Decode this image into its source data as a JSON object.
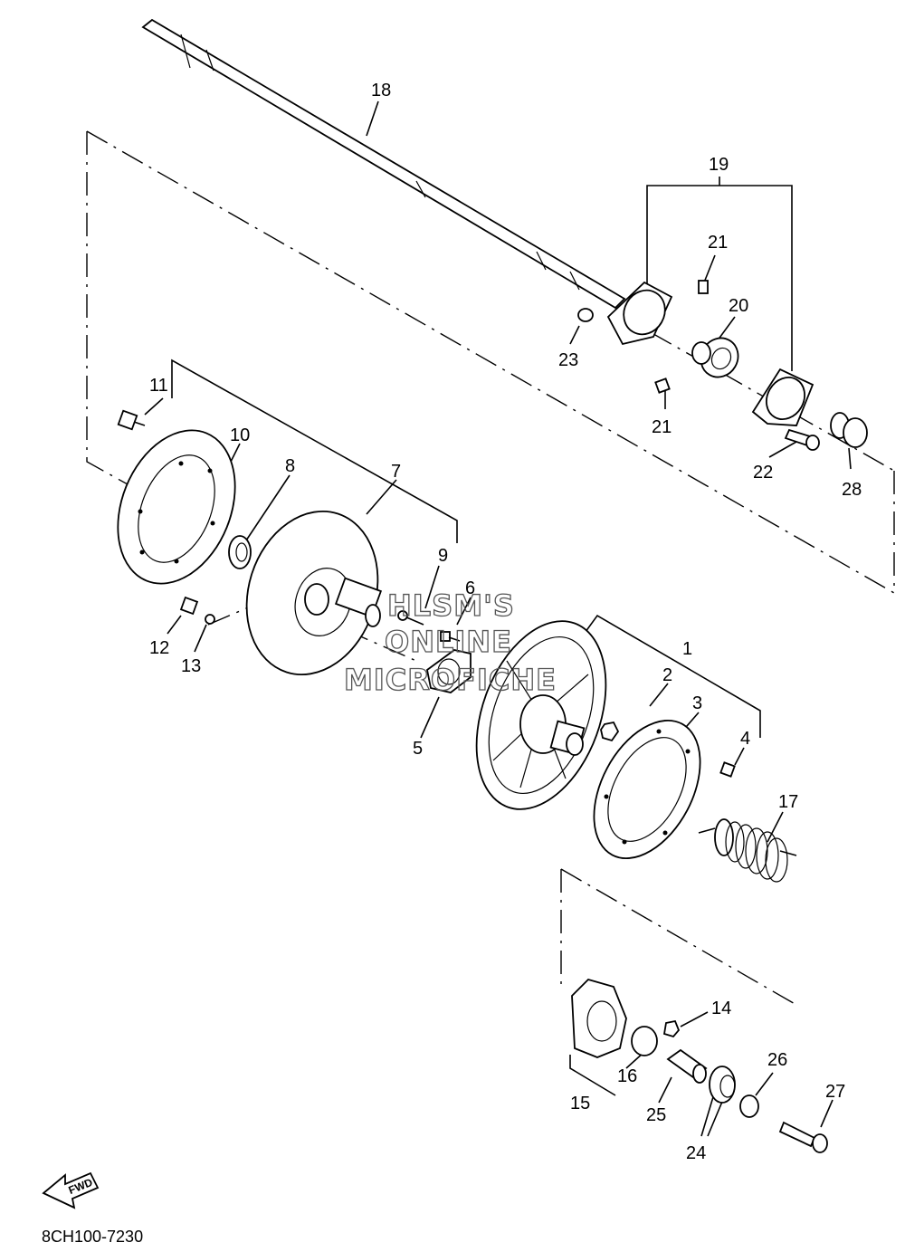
{
  "diagram": {
    "callouts": [
      {
        "id": "c1",
        "text": "1"
      },
      {
        "id": "c2",
        "text": "2"
      },
      {
        "id": "c3",
        "text": "3"
      },
      {
        "id": "c4",
        "text": "4"
      },
      {
        "id": "c5",
        "text": "5"
      },
      {
        "id": "c6",
        "text": "6"
      },
      {
        "id": "c7",
        "text": "7"
      },
      {
        "id": "c8",
        "text": "8"
      },
      {
        "id": "c9",
        "text": "9"
      },
      {
        "id": "c10",
        "text": "10"
      },
      {
        "id": "c11",
        "text": "11"
      },
      {
        "id": "c12",
        "text": "12"
      },
      {
        "id": "c13",
        "text": "13"
      },
      {
        "id": "c14",
        "text": "14"
      },
      {
        "id": "c15",
        "text": "15"
      },
      {
        "id": "c16",
        "text": "16"
      },
      {
        "id": "c17",
        "text": "17"
      },
      {
        "id": "c18",
        "text": "18"
      },
      {
        "id": "c19",
        "text": "19"
      },
      {
        "id": "c20",
        "text": "20"
      },
      {
        "id": "c21a",
        "text": "21"
      },
      {
        "id": "c21b",
        "text": "21"
      },
      {
        "id": "c22",
        "text": "22"
      },
      {
        "id": "c23",
        "text": "23"
      },
      {
        "id": "c24",
        "text": "24"
      },
      {
        "id": "c25",
        "text": "25"
      },
      {
        "id": "c26",
        "text": "26"
      },
      {
        "id": "c27",
        "text": "27"
      },
      {
        "id": "c28",
        "text": "28"
      }
    ],
    "watermark": [
      "HLSM'S",
      "ONLINE",
      "MICROFICHE"
    ],
    "fwd_label": "FWD",
    "drawing_code": "8CH100-7230"
  }
}
